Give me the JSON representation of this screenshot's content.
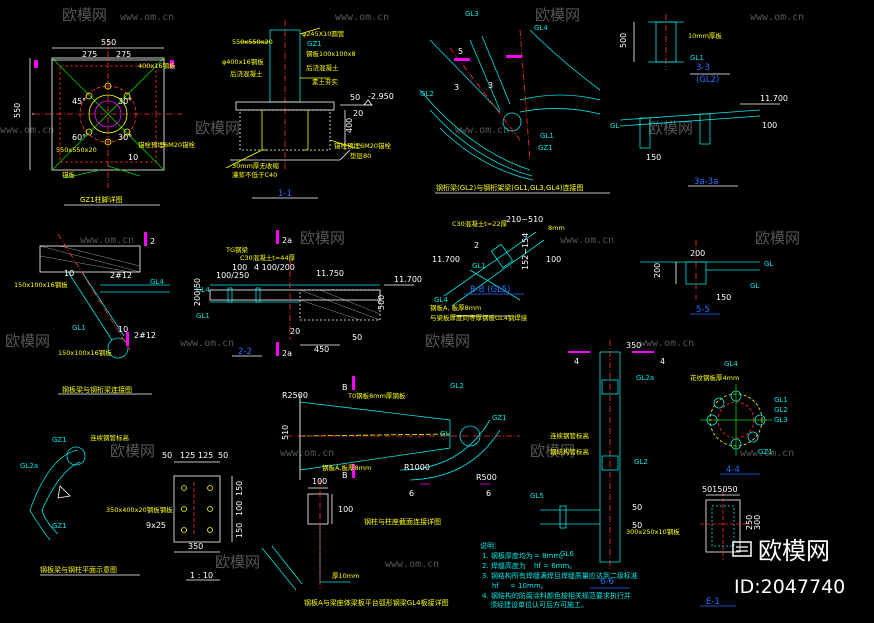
{
  "watermark": {
    "text": "欧模网",
    "url": "www.om.cn",
    "brand": "欧模网",
    "id": "ID:2047740"
  },
  "d1": {
    "w550": "550",
    "w275a": "275",
    "w275b": "275",
    "h550": "550",
    "plate": "400x16钢板",
    "a45": "45°",
    "a30a": "30°",
    "a30b": "30°",
    "a60": "60°",
    "bar": "10",
    "base": "550x550x20",
    "bolt": "锚栓预埋6M20锚栓",
    "c": "锚板",
    "title": "GZ1柱脚详图"
  },
  "d2": {
    "p1": "550x550x20",
    "p2": "φ245X10圆管",
    "gz1": "GZ1",
    "stiff": "钢板100x100x8",
    "pl": "φ400x16钢板",
    "fill": "后浇混凝土",
    "conc": "后浇混凝土",
    "ground": "素土夯实",
    "elev": "-2.950",
    "d400": "400",
    "d50": "50",
    "d20": "20",
    "bolt": "锚栓预埋6M20锚栓",
    "pad": "垫层80",
    "grout": "30mm厚无收缩",
    "grout2": "灌浆不低于C40",
    "cap": "1-1"
  },
  "d3": {
    "n5": "5",
    "n3a": "3",
    "n3b": "3",
    "gl4": "GL4",
    "gl3": "GL3",
    "gl2": "GL2",
    "gl1": "GL1",
    "gz1": "GZ1",
    "title": "钢桁梁(GL2)与钢桁架梁(GL1,GL3,GL4)连接图"
  },
  "d4": {
    "d500": "500",
    "d10": "10mm厚板",
    "gl1": "GL1",
    "cap": "3-3",
    "sub": "(GL2)",
    "elev": "11.700",
    "gl": "GL",
    "d100": "100",
    "d150": "150",
    "cap2": "3a-3a"
  },
  "d5": {
    "n2": "2",
    "gl4": "GL4",
    "gl1": "GL1",
    "pipe": "150x100x16钢板",
    "d10": "10",
    "pl12": "2#12",
    "d10b": "10",
    "pl12b": "2#12",
    "pipe2": "150x100x16钢板",
    "title": "钢板梁与钢桁梁连接图"
  },
  "d6": {
    "n2a": "2a",
    "elev1": "11.750",
    "elev2": "11.700",
    "slab": "C30混凝土t=44厚",
    "rb": "TG钢梁",
    "gl4": "GL4",
    "gl1": "GL1",
    "d100": "100",
    "d200": "4 100/200",
    "d250": "100/250",
    "cap": "2-2",
    "n2ab": "2a",
    "d20": "20",
    "d450": "450",
    "d50": "50",
    "d500": "500",
    "d200b": "200|50"
  },
  "d7": {
    "deck": "C30混凝土t=22厚",
    "w210": "210~510",
    "t8": "8mm",
    "ang": "152~154",
    "d100": "100",
    "gl4": "GL4",
    "gl1": "GL1",
    "n2": "2",
    "note1": "钢板A, 板厚8mm",
    "note2": "与梁板厚度同等厚钢板GL4钢焊接",
    "elev": "11.700",
    "cap": "B-B (GL5)"
  },
  "d8": {
    "d200": "200",
    "gl": "GL",
    "d150": "150",
    "d200b": "200",
    "gl2": "GL",
    "cap": "5-5"
  },
  "d9": {
    "r2500": "R2500",
    "d510": "510",
    "t8": "T0钢板8mm厚钢板",
    "gl2": "GL2",
    "gl": "GL",
    "gz1": "GZ1",
    "r1000": "R1000",
    "r500": "R500",
    "b1": "B",
    "b2": "B",
    "n6a": "6",
    "n6b": "6",
    "plate": "钢板A,板厚8mm"
  },
  "d10": {
    "n4a": "4",
    "n4b": "4",
    "d350": "350",
    "gl2a": "GL2a",
    "gl2": "GL2",
    "t1": "连续钢管标高",
    "t2": "钢结构管标高",
    "gl5": "GL5",
    "gl6": "GL6",
    "d50a": "50",
    "d50b": "50",
    "cap": "6-6"
  },
  "d11": {
    "gl4": "GL4",
    "plate": "花纹钢板厚4mm",
    "gl1": "GL1",
    "gl2": "GL2",
    "gl3": "GL3",
    "gz1": "GZ1",
    "cap": "4-4"
  },
  "d12": {
    "gz1a": "GZ1",
    "gl2a": "GL2a",
    "gz1b": "GZ1",
    "t1": "连续钢管标高",
    "cap": "钢板梁与钢柱平面示意图"
  },
  "d13": {
    "d50a": "50",
    "d125a": "125",
    "d125b": "125",
    "d50b": "50",
    "plate": "350x400x20钢板钢板",
    "d9": "9x25",
    "d150": "150",
    "d100": "100",
    "d150b": "150",
    "d350": "350",
    "scale": "1 : 10"
  },
  "d14": {
    "title": "钢柱与柱座截面连接详图",
    "d100a": "100",
    "d100b": "100",
    "t10": "厚10mm",
    "cap": "钢板A与梁座体梁板平台弧形钢梁GL4板接详图"
  },
  "d15": {
    "head": "说明：",
    "l1": "1. 钢板厚度均为",
    "v1": "= 8mm。",
    "l2": "2. 焊缝高度为",
    "v2": "hf = 6mm。",
    "l3": "3. 钢结构所有焊缝满焊且焊缝质量应达到二级标准",
    "l4": "hf",
    "v4": "= 10mm。",
    "l5": "4. 钢结构的防腐涂料颜色按相关规范要求执行并",
    "l6": "须经建设单位认可后方可施工。"
  },
  "d16": {
    "d50": "5015050",
    "plate": "300x250x10钢板",
    "d300": "300",
    "d250": "250",
    "cap": "E-1"
  }
}
